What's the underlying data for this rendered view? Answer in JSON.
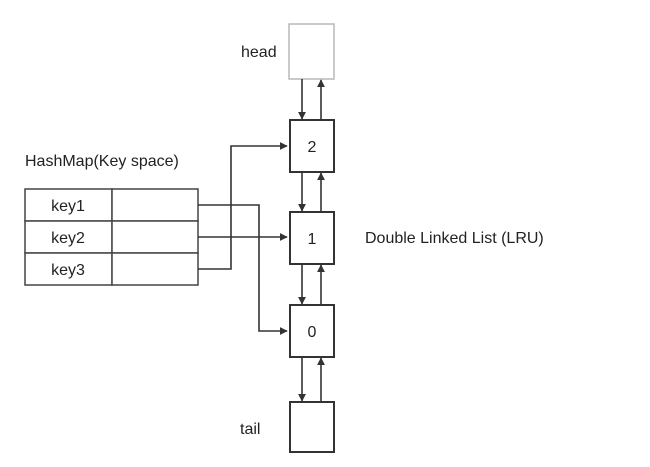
{
  "hashmap": {
    "title": "HashMap(Key space)",
    "keys": [
      "key1",
      "key2",
      "key3"
    ]
  },
  "list": {
    "title": "Double Linked List (LRU)",
    "head_label": "head",
    "tail_label": "tail",
    "nodes": [
      "2",
      "1",
      "0"
    ]
  },
  "colors": {
    "stroke": "#333333",
    "head_box_stroke": "#b8b8b8",
    "text": "#222222"
  }
}
